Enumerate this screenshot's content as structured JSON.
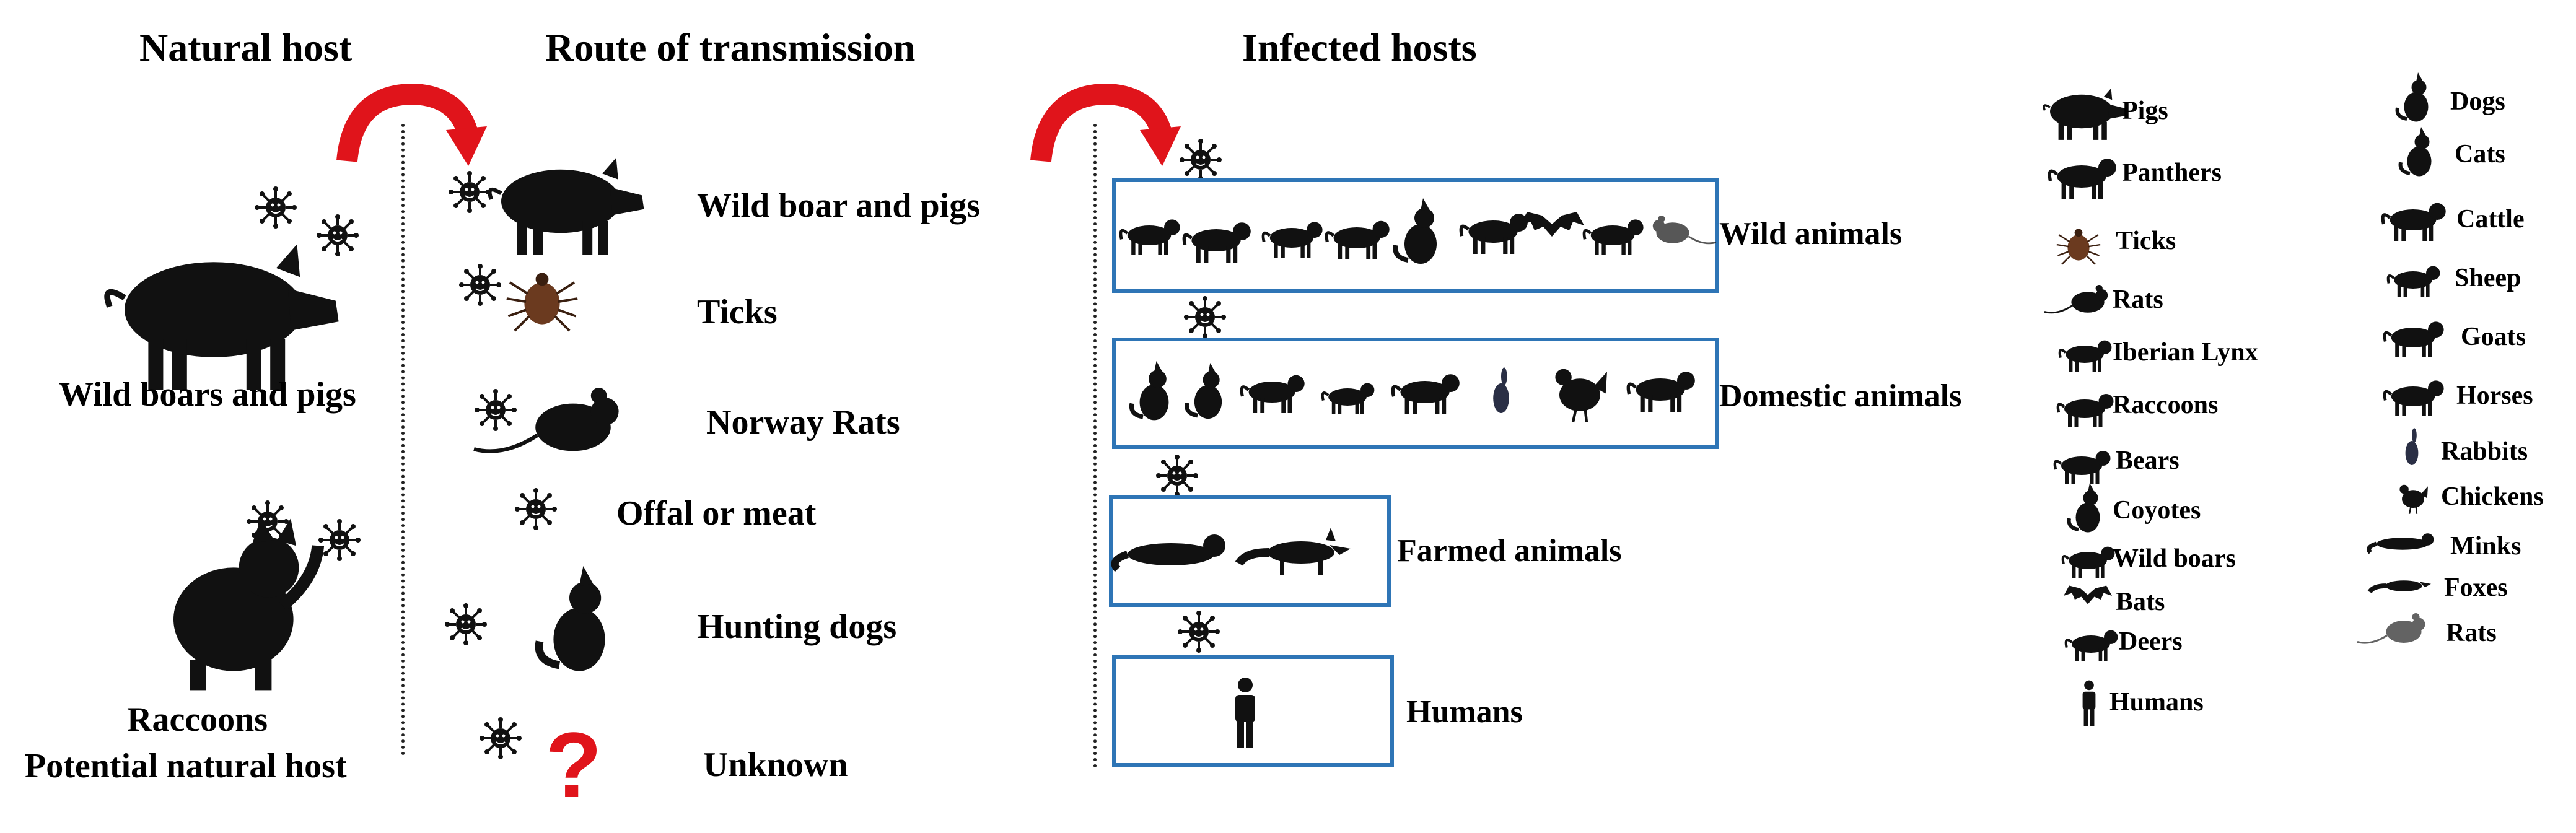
{
  "headers": {
    "natural_host": "Natural host",
    "route": "Route of transmission",
    "infected": "Infected hosts"
  },
  "natural_host": {
    "pigs_label": "Wild boars and pigs",
    "raccoons_label": "Raccoons",
    "potential_label": "Potential natural host"
  },
  "routes": [
    {
      "label": "Wild boar and pigs"
    },
    {
      "label": "Ticks"
    },
    {
      "label": "Norway Rats"
    },
    {
      "label": "Offal or meat"
    },
    {
      "label": "Hunting dogs"
    },
    {
      "label": "Unknown"
    }
  ],
  "infected": {
    "wild": "Wild animals",
    "domestic": "Domestic animals",
    "farmed": "Farmed animals",
    "humans": "Humans"
  },
  "legend": {
    "col1": [
      "Pigs",
      "Panthers",
      "Ticks",
      "Rats",
      "Iberian Lynx",
      "Raccoons",
      "Bears",
      "Coyotes",
      "Wild boars",
      "Bats",
      "Deers",
      "Humans"
    ],
    "col2": [
      "Dogs",
      "Cats",
      "Cattle",
      "Sheep",
      "Goats",
      "Horses",
      "Rabbits",
      "Chickens",
      "Minks",
      "Foxes",
      "Rats"
    ]
  },
  "colors": {
    "arrow": "#e0141b",
    "box": "#2e75b6",
    "question": "#e0141b",
    "virus": "#111111"
  }
}
